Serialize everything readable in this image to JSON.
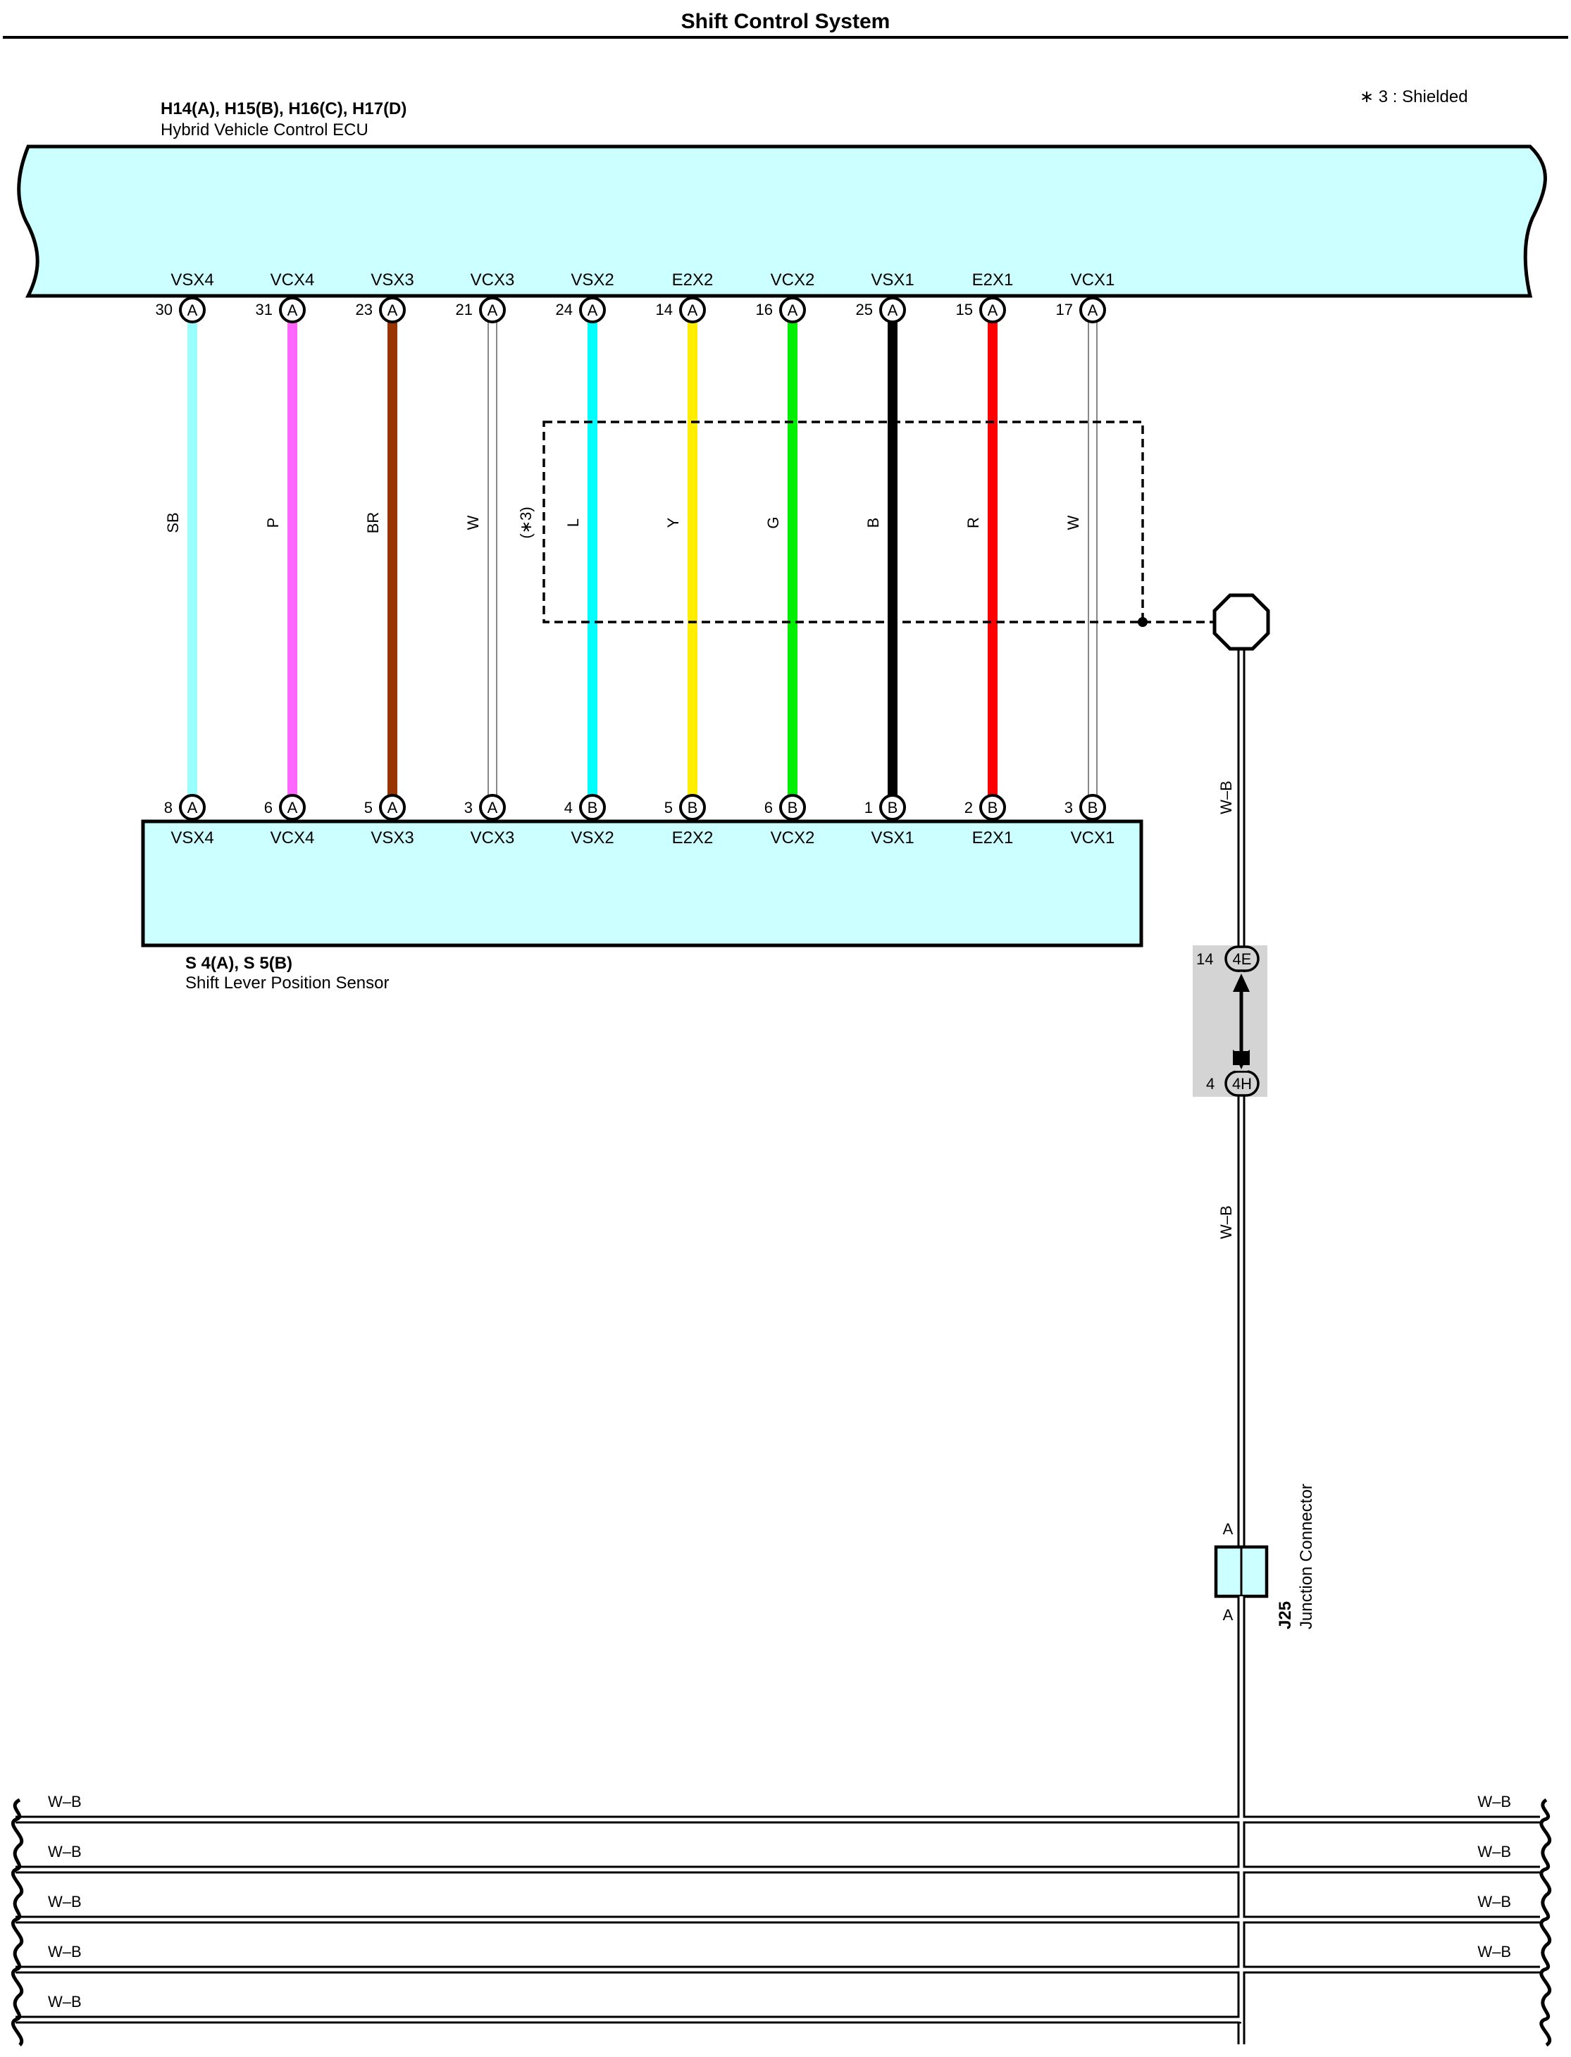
{
  "title": "Shift Control System",
  "note": "∗ 3 : Shielded",
  "ecu": {
    "code": "H14(A), H15(B), H16(C), H17(D)",
    "name": "Hybrid Vehicle Control ECU",
    "color": "#ccffff"
  },
  "sensor": {
    "code": "S 4(A), S 5(B)",
    "name": "Shift Lever Position Sensor",
    "color": "#ccffff"
  },
  "wires": [
    {
      "signal": "VSX4",
      "ecu_pin": "30",
      "ecu_conn": "A",
      "sensor_pin": "8",
      "sensor_conn": "A",
      "code": "SB",
      "color": "#99ffff"
    },
    {
      "signal": "VCX4",
      "ecu_pin": "31",
      "ecu_conn": "A",
      "sensor_pin": "6",
      "sensor_conn": "A",
      "code": "P",
      "color": "#ff66ff"
    },
    {
      "signal": "VSX3",
      "ecu_pin": "23",
      "ecu_conn": "A",
      "sensor_pin": "5",
      "sensor_conn": "A",
      "code": "BR",
      "color": "#993300"
    },
    {
      "signal": "VCX3",
      "ecu_pin": "21",
      "ecu_conn": "A",
      "sensor_pin": "3",
      "sensor_conn": "A",
      "code": "W",
      "color": "#ffffff"
    },
    {
      "signal": "VSX2",
      "ecu_pin": "24",
      "ecu_conn": "A",
      "sensor_pin": "4",
      "sensor_conn": "B",
      "code": "L",
      "color": "#00ffff"
    },
    {
      "signal": "E2X2",
      "ecu_pin": "14",
      "ecu_conn": "A",
      "sensor_pin": "5",
      "sensor_conn": "B",
      "code": "Y",
      "color": "#ffee00"
    },
    {
      "signal": "VCX2",
      "ecu_pin": "16",
      "ecu_conn": "A",
      "sensor_pin": "6",
      "sensor_conn": "B",
      "code": "G",
      "color": "#00ee00"
    },
    {
      "signal": "VSX1",
      "ecu_pin": "25",
      "ecu_conn": "A",
      "sensor_pin": "1",
      "sensor_conn": "B",
      "code": "B",
      "color": "#000000"
    },
    {
      "signal": "E2X1",
      "ecu_pin": "15",
      "ecu_conn": "A",
      "sensor_pin": "2",
      "sensor_conn": "B",
      "code": "R",
      "color": "#ff0000"
    },
    {
      "signal": "VCX1",
      "ecu_pin": "17",
      "ecu_conn": "A",
      "sensor_pin": "3",
      "sensor_conn": "B",
      "code": "W",
      "color": "#ffffff"
    }
  ],
  "shield_label": "(∗3)",
  "ground_wire": {
    "code_upper": "W–B",
    "code_lower": "W–B",
    "color": "#ffffff"
  },
  "inline_connector": {
    "top_pin": "14",
    "top_code": "4E",
    "bottom_pin": "4",
    "bottom_code": "4H",
    "color": "#d4d4d4"
  },
  "junction": {
    "pin_top": "A",
    "pin_bottom": "A",
    "code": "J25",
    "name": "Junction Connector",
    "color": "#ccffff"
  },
  "bus": {
    "rows": [
      {
        "left": "W–B",
        "right": "W–B"
      },
      {
        "left": "W–B",
        "right": "W–B"
      },
      {
        "left": "W–B",
        "right": "W–B"
      },
      {
        "left": "W–B",
        "right": "W–B"
      },
      {
        "left": "W–B",
        "right": ""
      }
    ]
  }
}
